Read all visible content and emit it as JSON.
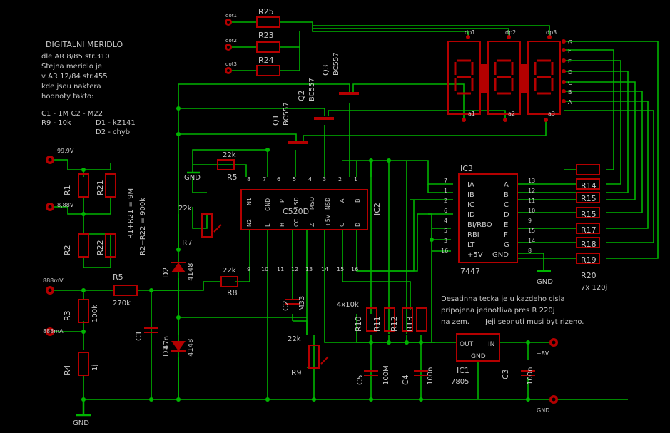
{
  "notes": {
    "n1": "DIGITALNI MERIDLO",
    "n2": "dle AR  8/85 str.310",
    "n3": "Stejna meridlo je",
    "n4": "v AR 12/84 str.455",
    "n5": "kde jsou naktera",
    "n6": "hodnoty takto:",
    "n7": "C1 - 1M   C2 - M22",
    "n8": "R9 - 10k",
    "n9": "D1 - kZ141",
    "n10": "D2 - chybi",
    "dec1": "Desatinna tecka je u kazdeho cisla",
    "dec2": "pripojena jednotliva pres R 220j",
    "dec3": "na zem.",
    "dec4": "Jeji sepnuti musi byt rizeno.",
    "r1r21": "R1+R21 = 9M",
    "r2r22": "R2+R22 = 900k"
  },
  "terminals": {
    "v99": "99,9V",
    "v888": "8,88V",
    "mv": "888mV",
    "ma": "888mA",
    "plus8": "+8V",
    "dot1": "dot1",
    "dot2": "dot2",
    "dot3": "dot3"
  },
  "ic2": {
    "name": "IC2",
    "part": "C520D",
    "top_pins": [
      "N1",
      "GND",
      "P",
      "LSD",
      "MSD",
      "NSD",
      "A",
      "B"
    ],
    "top_nums": [
      "8",
      "7",
      "6",
      "5",
      "4",
      "3",
      "2",
      "1"
    ],
    "bot_pins": [
      "N2",
      "L",
      "H",
      "CC",
      "Z",
      "+5V",
      "C",
      "D"
    ],
    "bot_nums": [
      "9",
      "10",
      "11",
      "12",
      "13",
      "14",
      "15",
      "16"
    ]
  },
  "ic3": {
    "name": "IC3",
    "part": "7447",
    "left_pins": [
      "IA",
      "IB",
      "IC",
      "ID",
      "BI/RBO",
      "RBI",
      "LT",
      "+5V"
    ],
    "left_nums": [
      "7",
      "1",
      "2",
      "6",
      "4",
      "5",
      "3",
      "16"
    ],
    "right_pins": [
      "A",
      "B",
      "C",
      "D",
      "E",
      "F",
      "G",
      "GND"
    ],
    "right_nums": [
      "13",
      "12",
      "11",
      "10",
      "9",
      "15",
      "14",
      "8"
    ]
  },
  "ic1": {
    "name": "IC1",
    "part": "7805",
    "out": "OUT",
    "in": "IN",
    "gnd": "GND"
  },
  "segments": [
    "G",
    "F",
    "E",
    "D",
    "C",
    "B",
    "A"
  ],
  "displays": {
    "dp": [
      "dp1",
      "dp2",
      "dp3"
    ],
    "a": [
      "a1",
      "a2",
      "a3"
    ]
  },
  "transistors": [
    {
      "name": "Q1",
      "type": "BC557"
    },
    {
      "name": "Q2",
      "type": "BC557"
    },
    {
      "name": "Q3",
      "type": "BC557"
    }
  ],
  "resistors": {
    "R25": "R25",
    "R23": "R23",
    "R24": "R24",
    "R1": "R1",
    "R21": "R21",
    "R2": "R2",
    "R22": "R22",
    "R3": "R3",
    "R3v": "100k",
    "R4": "R4",
    "R4v": "1j",
    "R5": "R5",
    "R5v": "270k",
    "R5b": "R5",
    "R5bv": "22k",
    "R7": "R7",
    "R7v": "22k",
    "R8": "R8",
    "R8v": "22k",
    "R9": "R9",
    "R9v": "22k",
    "R10": "R10",
    "R11": "R11",
    "R12": "R12",
    "R13": "R13",
    "R10v": "4x10k",
    "R14": "R14",
    "R15": "R15",
    "R15b": "R15",
    "R17": "R17",
    "R18": "R18",
    "R19": "R19",
    "R20": "R20",
    "R20v": "7x 120j"
  },
  "caps": {
    "C1": "C1",
    "C1v": "47n",
    "C2": "C2",
    "C2v": "M33",
    "C3": "C3",
    "C3v": "100n",
    "C4": "C4",
    "C4v": "100n",
    "C5": "C5",
    "C5v": "100M"
  },
  "diodes": {
    "D1": "D1",
    "D1v": "4148",
    "D2": "D2",
    "D2v": "4148"
  },
  "gnd": {
    "g1": "GND",
    "g2": "GND",
    "g3": "GND",
    "g4": "GND",
    "g5": "GND"
  }
}
